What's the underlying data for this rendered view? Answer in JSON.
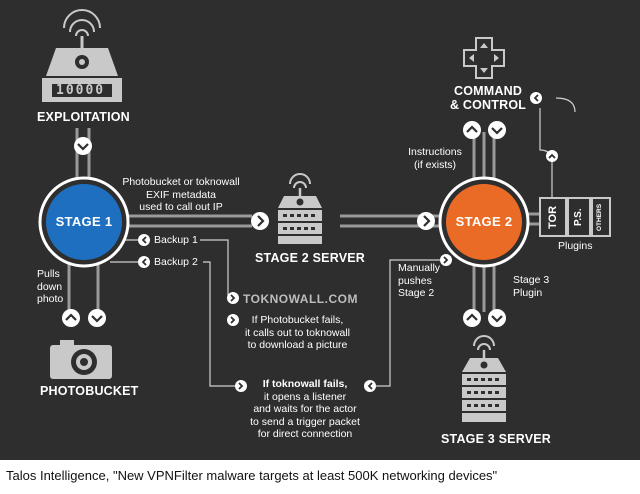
{
  "nodes": {
    "exploitation": {
      "title": "EXPLOITATION",
      "counter": "10000"
    },
    "stage1": {
      "title": "STAGE 1"
    },
    "stage2": {
      "title": "STAGE 2"
    },
    "stage2_server": {
      "title": "STAGE 2 SERVER"
    },
    "stage3_server": {
      "title": "STAGE 3 SERVER"
    },
    "photobucket": {
      "title": "PHOTOBUCKET"
    },
    "command_control": {
      "title_line1": "COMMAND",
      "title_line2": "& CONTROL"
    },
    "toknowall": {
      "title": "TOKNOWALL.COM"
    }
  },
  "labels": {
    "exif_line1": "Photobucket or toknowall",
    "exif_line2": "EXIF metadata",
    "exif_line3": "used to call out IP",
    "backup1": "Backup 1",
    "backup2": "Backup 2",
    "pulls_line1": "Pulls",
    "pulls_line2": "down",
    "pulls_line3": "photo",
    "instructions_line1": "Instructions",
    "instructions_line2": "(if exists)",
    "manually_line1": "Manually",
    "manually_line2": "pushes",
    "manually_line3": "Stage 2",
    "stage3plugin_line1": "Stage 3",
    "stage3plugin_line2": "Plugin",
    "photobucket_fail_line1": "If Photobucket fails,",
    "photobucket_fail_line2": "it calls out to toknowall",
    "photobucket_fail_line3": "to download a picture",
    "toknowall_fail_line1": "If toknowall fails,",
    "toknowall_fail_line2": "it opens a listener",
    "toknowall_fail_line3": "and waits for the actor",
    "toknowall_fail_line4": "to send a trigger packet",
    "toknowall_fail_line5": "for direct connection",
    "plugins": "Plugins"
  },
  "plugins": [
    "TOR",
    "P.S.",
    "OTHERS"
  ],
  "caption": "Talos Intelligence, \"New VPNFilter malware targets at least 500K networking devices\"",
  "colors": {
    "background": "#2e2e2e",
    "stage1": "#1f6fc0",
    "stage2": "#ea6b26",
    "pipe": "#9a9a9a",
    "icon": "#c9c9c9",
    "text": "#ffffff"
  }
}
